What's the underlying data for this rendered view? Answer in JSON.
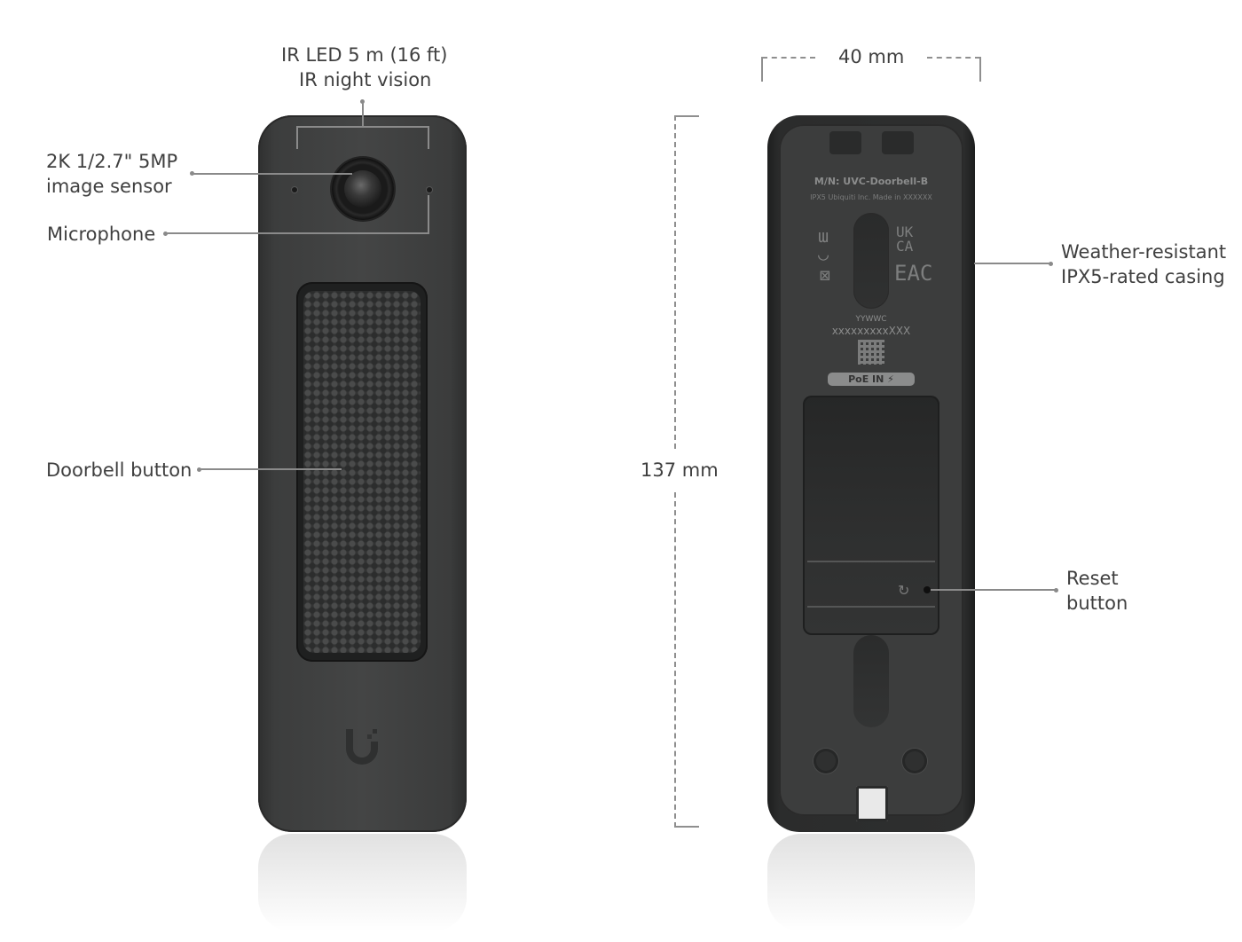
{
  "front_view": {
    "callouts": {
      "ir_led": {
        "line1": "IR LED 5 m (16 ft)",
        "line2": "IR night vision"
      },
      "image_sensor": {
        "line1": "2K 1/2.7\" 5MP",
        "line2": "image sensor"
      },
      "microphone": {
        "label": "Microphone"
      },
      "doorbell_button": {
        "label": "Doorbell button"
      }
    },
    "logo_icon": "ubiquiti-u-logo"
  },
  "back_view": {
    "dimensions": {
      "width": "40 mm",
      "height": "137 mm"
    },
    "label_plate": {
      "model": "M/N: UVC-Doorbell-B",
      "sub": "IPX5    Ubiquiti Inc.    Made in XXXXXX",
      "cert_left": [
        "CE-mark-icon",
        "UKCA-mark",
        "weee-bin-icon"
      ],
      "cert_ukca": "UK\nCA",
      "cert_eac": "EAC",
      "date_code": "YYWWC",
      "serial": "xxxxxxxxxXXX",
      "poe": "PoE IN ⚡"
    },
    "callouts": {
      "casing": {
        "line1": "Weather-resistant",
        "line2": "IPX5-rated casing"
      },
      "reset": {
        "line1": "Reset",
        "line2": "button"
      }
    },
    "reset_icon": "↻"
  },
  "colors": {
    "device_body": "#444545",
    "device_back": "#3c3d3d",
    "callout_line": "#8a8a8a",
    "text": "#3f3f3f",
    "background": "#ffffff"
  }
}
